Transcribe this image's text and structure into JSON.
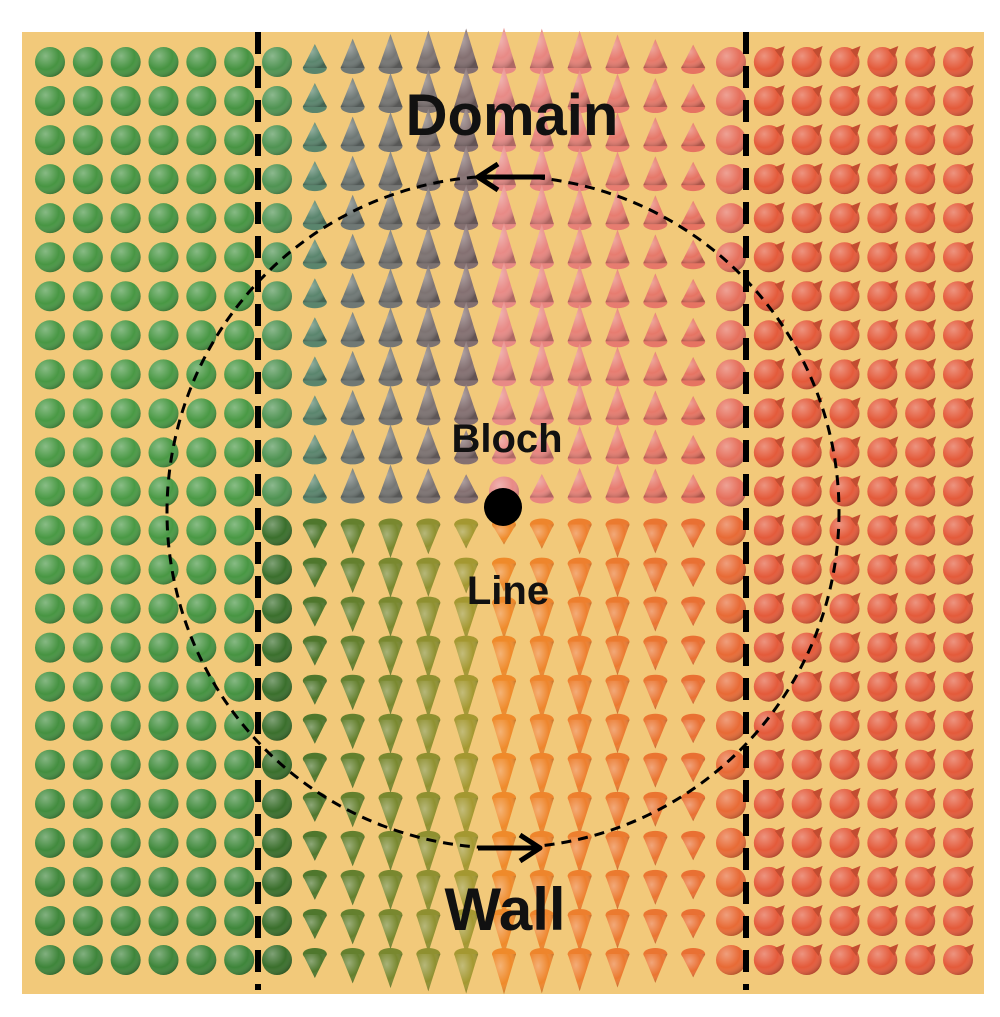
{
  "labels": {
    "domain": "Domain",
    "bloch": "Bloch",
    "line": "Line",
    "wall": "Wall"
  },
  "colors": {
    "background": "#f2c97a",
    "left_domain": "#4a9a45",
    "left_domain_dark": "#2f6b2c",
    "wall_upper": "#5e7f78",
    "wall_center_upper": "#8a6e70",
    "wall_center_lower": "#b8a032",
    "right_upper": "#e88a86",
    "right_lower": "#ef8a2a",
    "right_domain": "#e45a3a",
    "dashed": "#000000",
    "bloch_point": "#000000"
  },
  "grid": {
    "columns": 25,
    "rows": 24
  },
  "icons": [
    "cone-spin-icon",
    "bloch-point-icon",
    "arrow-left-icon",
    "arrow-right-icon"
  ]
}
